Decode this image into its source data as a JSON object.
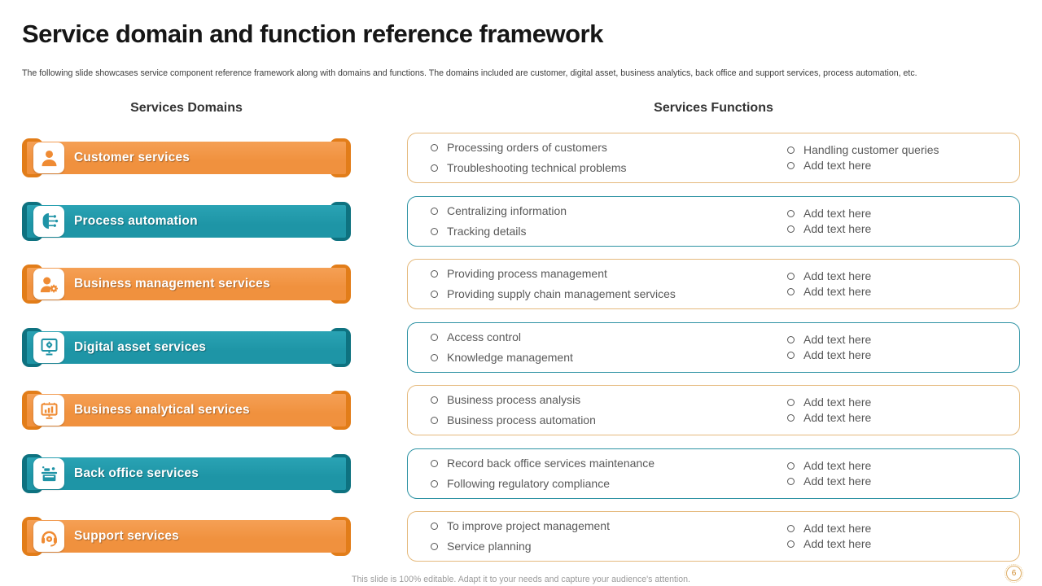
{
  "slide": {
    "title": "Service domain and function reference framework",
    "subtitle": "The following slide showcases service component reference framework along with domains and functions. The domains included are customer, digital asset, business analytics, back office and support services, process automation, etc.",
    "footer": "This slide is 100% editable. Adapt it to your needs and capture your audience's attention.",
    "page_number": "6"
  },
  "colors": {
    "orange": {
      "bar": "#F0913E",
      "bar_light": "#F5A055",
      "cap": "#E27D19",
      "box_border": "#E5BA7D",
      "icon": "#EF8B33"
    },
    "teal": {
      "bar": "#1E95A6",
      "bar_light": "#2AA3B4",
      "cap": "#0E7280",
      "box_border": "#2E93A4",
      "icon": "#1E93A6"
    }
  },
  "domains": {
    "header": "Services Domains",
    "items": [
      {
        "label": "Customer services",
        "scheme": "orange",
        "icon": "user-icon"
      },
      {
        "label": "Process automation",
        "scheme": "teal",
        "icon": "brain-circuit-icon"
      },
      {
        "label": "Business management services",
        "scheme": "orange",
        "icon": "user-gear-icon"
      },
      {
        "label": "Digital asset services",
        "scheme": "teal",
        "icon": "monitor-gear-icon"
      },
      {
        "label": "Business analytical services",
        "scheme": "orange",
        "icon": "monitor-chart-icon"
      },
      {
        "label": "Back office services",
        "scheme": "teal",
        "icon": "office-desk-icon"
      },
      {
        "label": "Support services",
        "scheme": "orange",
        "icon": "headset-icon"
      }
    ]
  },
  "functions": {
    "header": "Services Functions",
    "boxes": [
      {
        "scheme": "orange",
        "left": [
          "Processing orders of customers",
          "Troubleshooting technical problems"
        ],
        "right": [
          "Handling customer queries",
          "Add text here"
        ]
      },
      {
        "scheme": "teal",
        "left": [
          "Centralizing information",
          "Tracking details"
        ],
        "right": [
          "Add text here",
          "Add text here"
        ]
      },
      {
        "scheme": "orange",
        "left": [
          "Providing process management",
          "Providing supply chain management services"
        ],
        "right": [
          "Add text here",
          "Add text here"
        ]
      },
      {
        "scheme": "teal",
        "left": [
          "Access control",
          "Knowledge management"
        ],
        "right": [
          "Add text here",
          "Add text here"
        ]
      },
      {
        "scheme": "orange",
        "left": [
          "Business process analysis",
          "Business process automation"
        ],
        "right": [
          "Add text here",
          "Add text here"
        ]
      },
      {
        "scheme": "teal",
        "left": [
          "Record back office services maintenance",
          "Following regulatory compliance"
        ],
        "right": [
          "Add text here",
          "Add text here"
        ]
      },
      {
        "scheme": "orange",
        "left": [
          "To improve project management",
          "Service planning"
        ],
        "right": [
          "Add text here",
          "Add text here"
        ]
      }
    ]
  }
}
